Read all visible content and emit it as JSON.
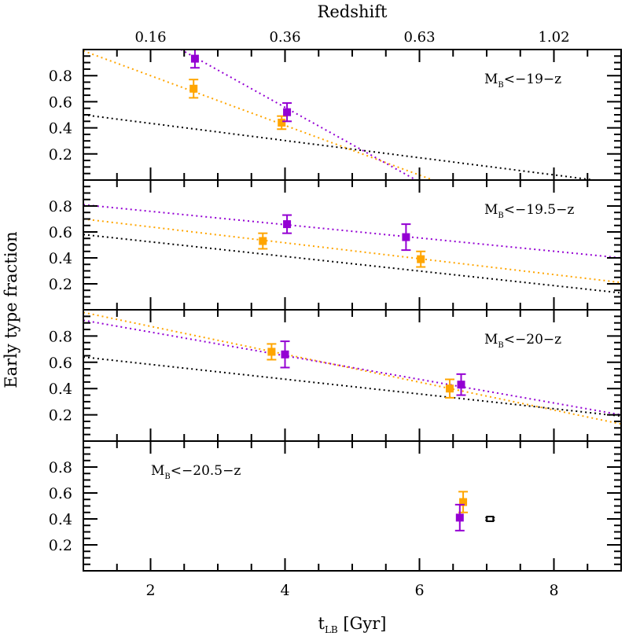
{
  "chart_data": {
    "type": "scatter",
    "title": "",
    "top_axis": {
      "label": "Redshift",
      "ticks": [
        {
          "t": 2,
          "label": "0.16"
        },
        {
          "t": 4,
          "label": "0.36"
        },
        {
          "t": 6,
          "label": "0.63"
        },
        {
          "t": 8,
          "label": "1.02"
        }
      ]
    },
    "xlabel": "t_LB [Gyr]",
    "xlabel_main": "t",
    "xlabel_sub": "LB",
    "xlabel_rest": " [Gyr]",
    "ylabel": "Early type fraction",
    "xlim": [
      1,
      9
    ],
    "ylim": [
      0,
      1
    ],
    "x_ticks": [
      2,
      4,
      6,
      8
    ],
    "y_ticks": [
      0.2,
      0.4,
      0.6,
      0.8
    ],
    "colors": {
      "orange": "#ffa500",
      "purple": "#9400d3",
      "black": "#000000"
    },
    "panels": [
      {
        "label_main": "M",
        "label_sub": "B",
        "label_rest": "<−19−z",
        "label_pos": "right",
        "points": [
          {
            "series": "purple",
            "x": 2.66,
            "y": 0.93,
            "err": 0.07
          },
          {
            "series": "orange",
            "x": 2.64,
            "y": 0.7,
            "err": 0.07
          },
          {
            "series": "orange",
            "x": 3.95,
            "y": 0.44,
            "err": 0.05
          },
          {
            "series": "purple",
            "x": 4.03,
            "y": 0.52,
            "err": 0.07
          }
        ],
        "lines": [
          {
            "series": "black",
            "x0": 1.0,
            "y0": 0.5,
            "x1": 8.6,
            "y1": 0.0
          },
          {
            "series": "orange",
            "x0": 1.0,
            "y0": 0.99,
            "x1": 6.2,
            "y1": 0.0
          },
          {
            "series": "purple",
            "x0": 2.45,
            "y0": 1.0,
            "x1": 5.95,
            "y1": 0.0
          }
        ]
      },
      {
        "label_main": "M",
        "label_sub": "B",
        "label_rest": "<−19.5−z",
        "label_pos": "right",
        "points": [
          {
            "series": "orange",
            "x": 3.67,
            "y": 0.53,
            "err": 0.06
          },
          {
            "series": "purple",
            "x": 4.03,
            "y": 0.66,
            "err": 0.07
          },
          {
            "series": "purple",
            "x": 5.8,
            "y": 0.56,
            "err": 0.1
          },
          {
            "series": "orange",
            "x": 6.02,
            "y": 0.39,
            "err": 0.06
          }
        ],
        "lines": [
          {
            "series": "purple",
            "x0": 1.0,
            "y0": 0.81,
            "x1": 9.0,
            "y1": 0.4
          },
          {
            "series": "orange",
            "x0": 1.0,
            "y0": 0.7,
            "x1": 9.0,
            "y1": 0.21
          },
          {
            "series": "black",
            "x0": 1.0,
            "y0": 0.58,
            "x1": 9.0,
            "y1": 0.13
          }
        ]
      },
      {
        "label_main": "M",
        "label_sub": "B",
        "label_rest": "<−20−z",
        "label_pos": "right",
        "points": [
          {
            "series": "orange",
            "x": 3.8,
            "y": 0.68,
            "err": 0.06
          },
          {
            "series": "purple",
            "x": 4.0,
            "y": 0.66,
            "err": 0.1
          },
          {
            "series": "orange",
            "x": 6.45,
            "y": 0.4,
            "err": 0.07
          },
          {
            "series": "purple",
            "x": 6.62,
            "y": 0.43,
            "err": 0.08
          }
        ],
        "lines": [
          {
            "series": "orange",
            "x0": 1.0,
            "y0": 0.98,
            "x1": 9.0,
            "y1": 0.13
          },
          {
            "series": "purple",
            "x0": 1.0,
            "y0": 0.92,
            "x1": 9.0,
            "y1": 0.2
          },
          {
            "series": "black",
            "x0": 1.0,
            "y0": 0.64,
            "x1": 9.0,
            "y1": 0.19
          }
        ]
      },
      {
        "label_main": "M",
        "label_sub": "B",
        "label_rest": "<−20.5−z",
        "label_pos": "left",
        "points": [
          {
            "series": "orange",
            "x": 6.65,
            "y": 0.53,
            "err": 0.08
          },
          {
            "series": "purple",
            "x": 6.6,
            "y": 0.41,
            "err": 0.1
          },
          {
            "series": "black",
            "x": 7.05,
            "y": 0.4,
            "err": 0.01,
            "open": true
          }
        ],
        "lines": []
      }
    ]
  }
}
